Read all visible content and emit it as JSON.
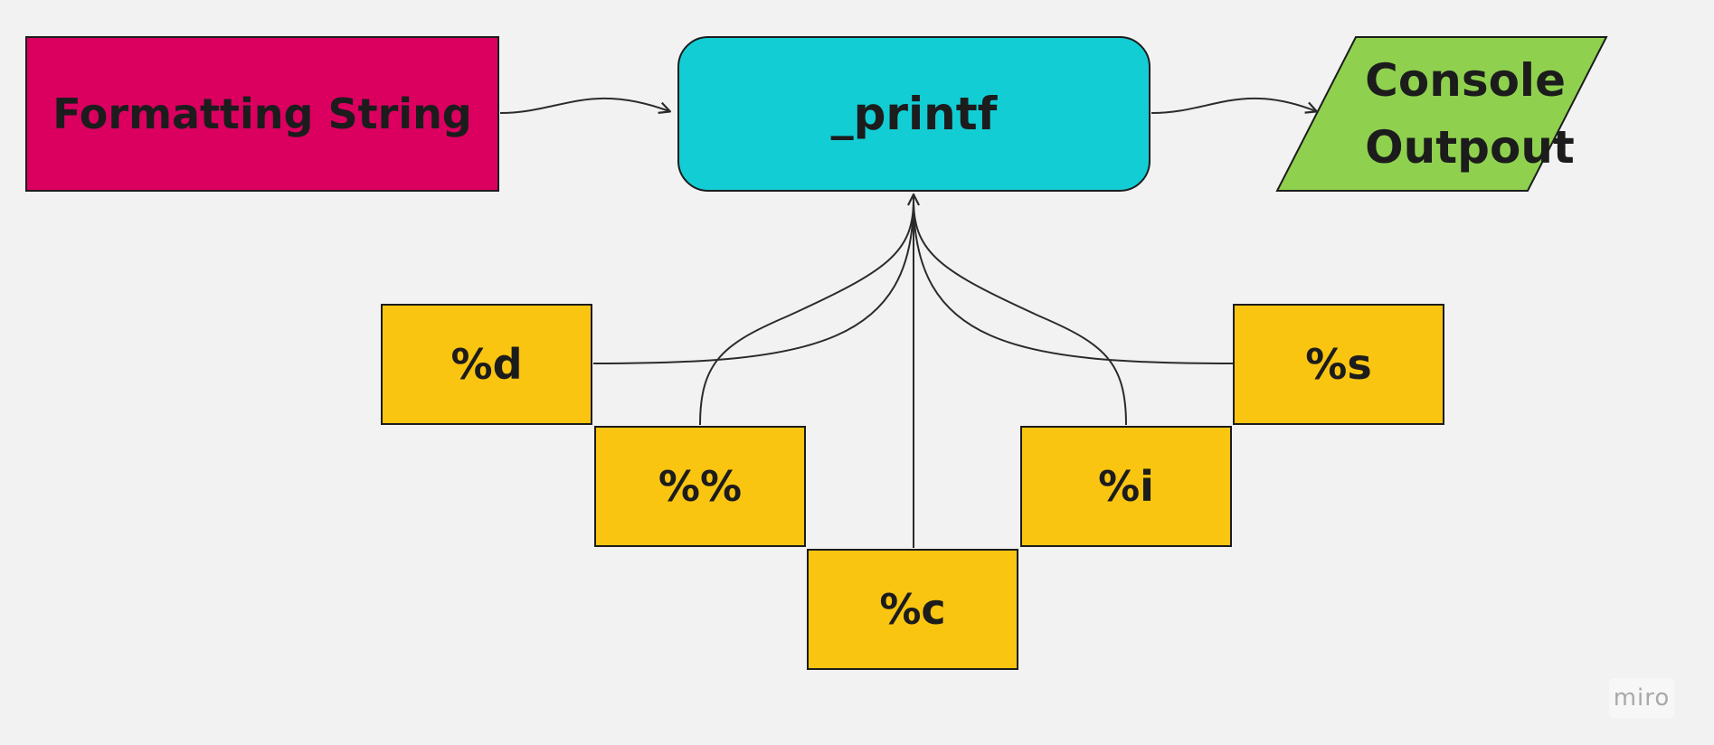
{
  "nodes": {
    "formatting_string": "Formatting String",
    "printf": "_printf",
    "console_output_line1": "Console",
    "console_output_line2": "Outpout",
    "specifiers": {
      "d": "%d",
      "percent": "%%",
      "c": "%c",
      "i": "%i",
      "s": "%s"
    }
  },
  "watermark": "miro",
  "colors": {
    "background": "#f2f2f2",
    "formatting_string": "#db0060",
    "printf": "#13cdd4",
    "console_output": "#8fd14f",
    "specifier": "#f9c511",
    "stroke": "#1c1c1c"
  }
}
